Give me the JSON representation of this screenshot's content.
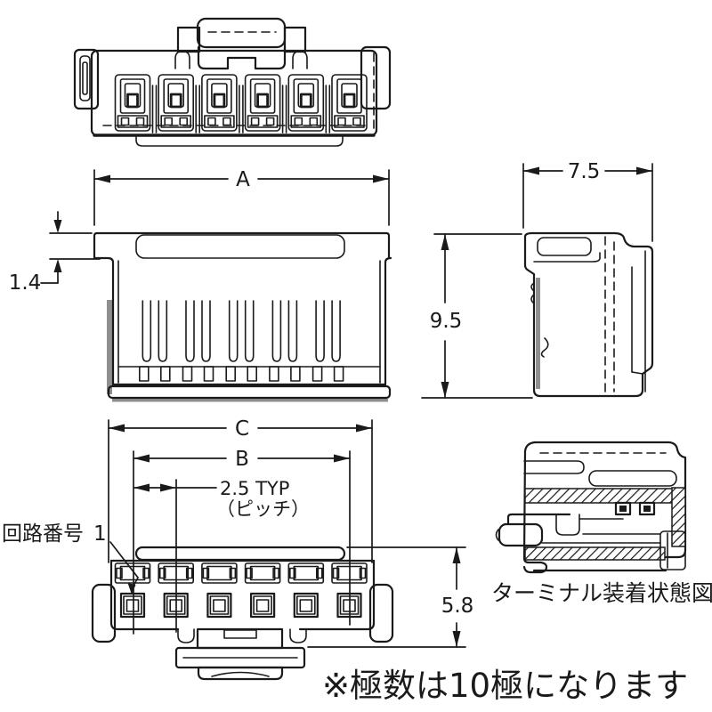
{
  "drawing_type": "connector-technical-drawing",
  "colors": {
    "line": "#1a1a1a",
    "background": "#ffffff",
    "shade": "#8f8f8f"
  },
  "dims": {
    "a": "A",
    "b": "B",
    "c": "C",
    "flange": "1.4",
    "side_width": "7.5",
    "height": "9.5",
    "bottom_height": "5.8",
    "pitch": "2.5 TYP",
    "pitch_sub": "（ピッチ）"
  },
  "labels": {
    "circuit": "回路番号",
    "circuit_no": "1",
    "terminal_caption": "ターミナル装着状態図",
    "note": "※極数は10極になります"
  }
}
